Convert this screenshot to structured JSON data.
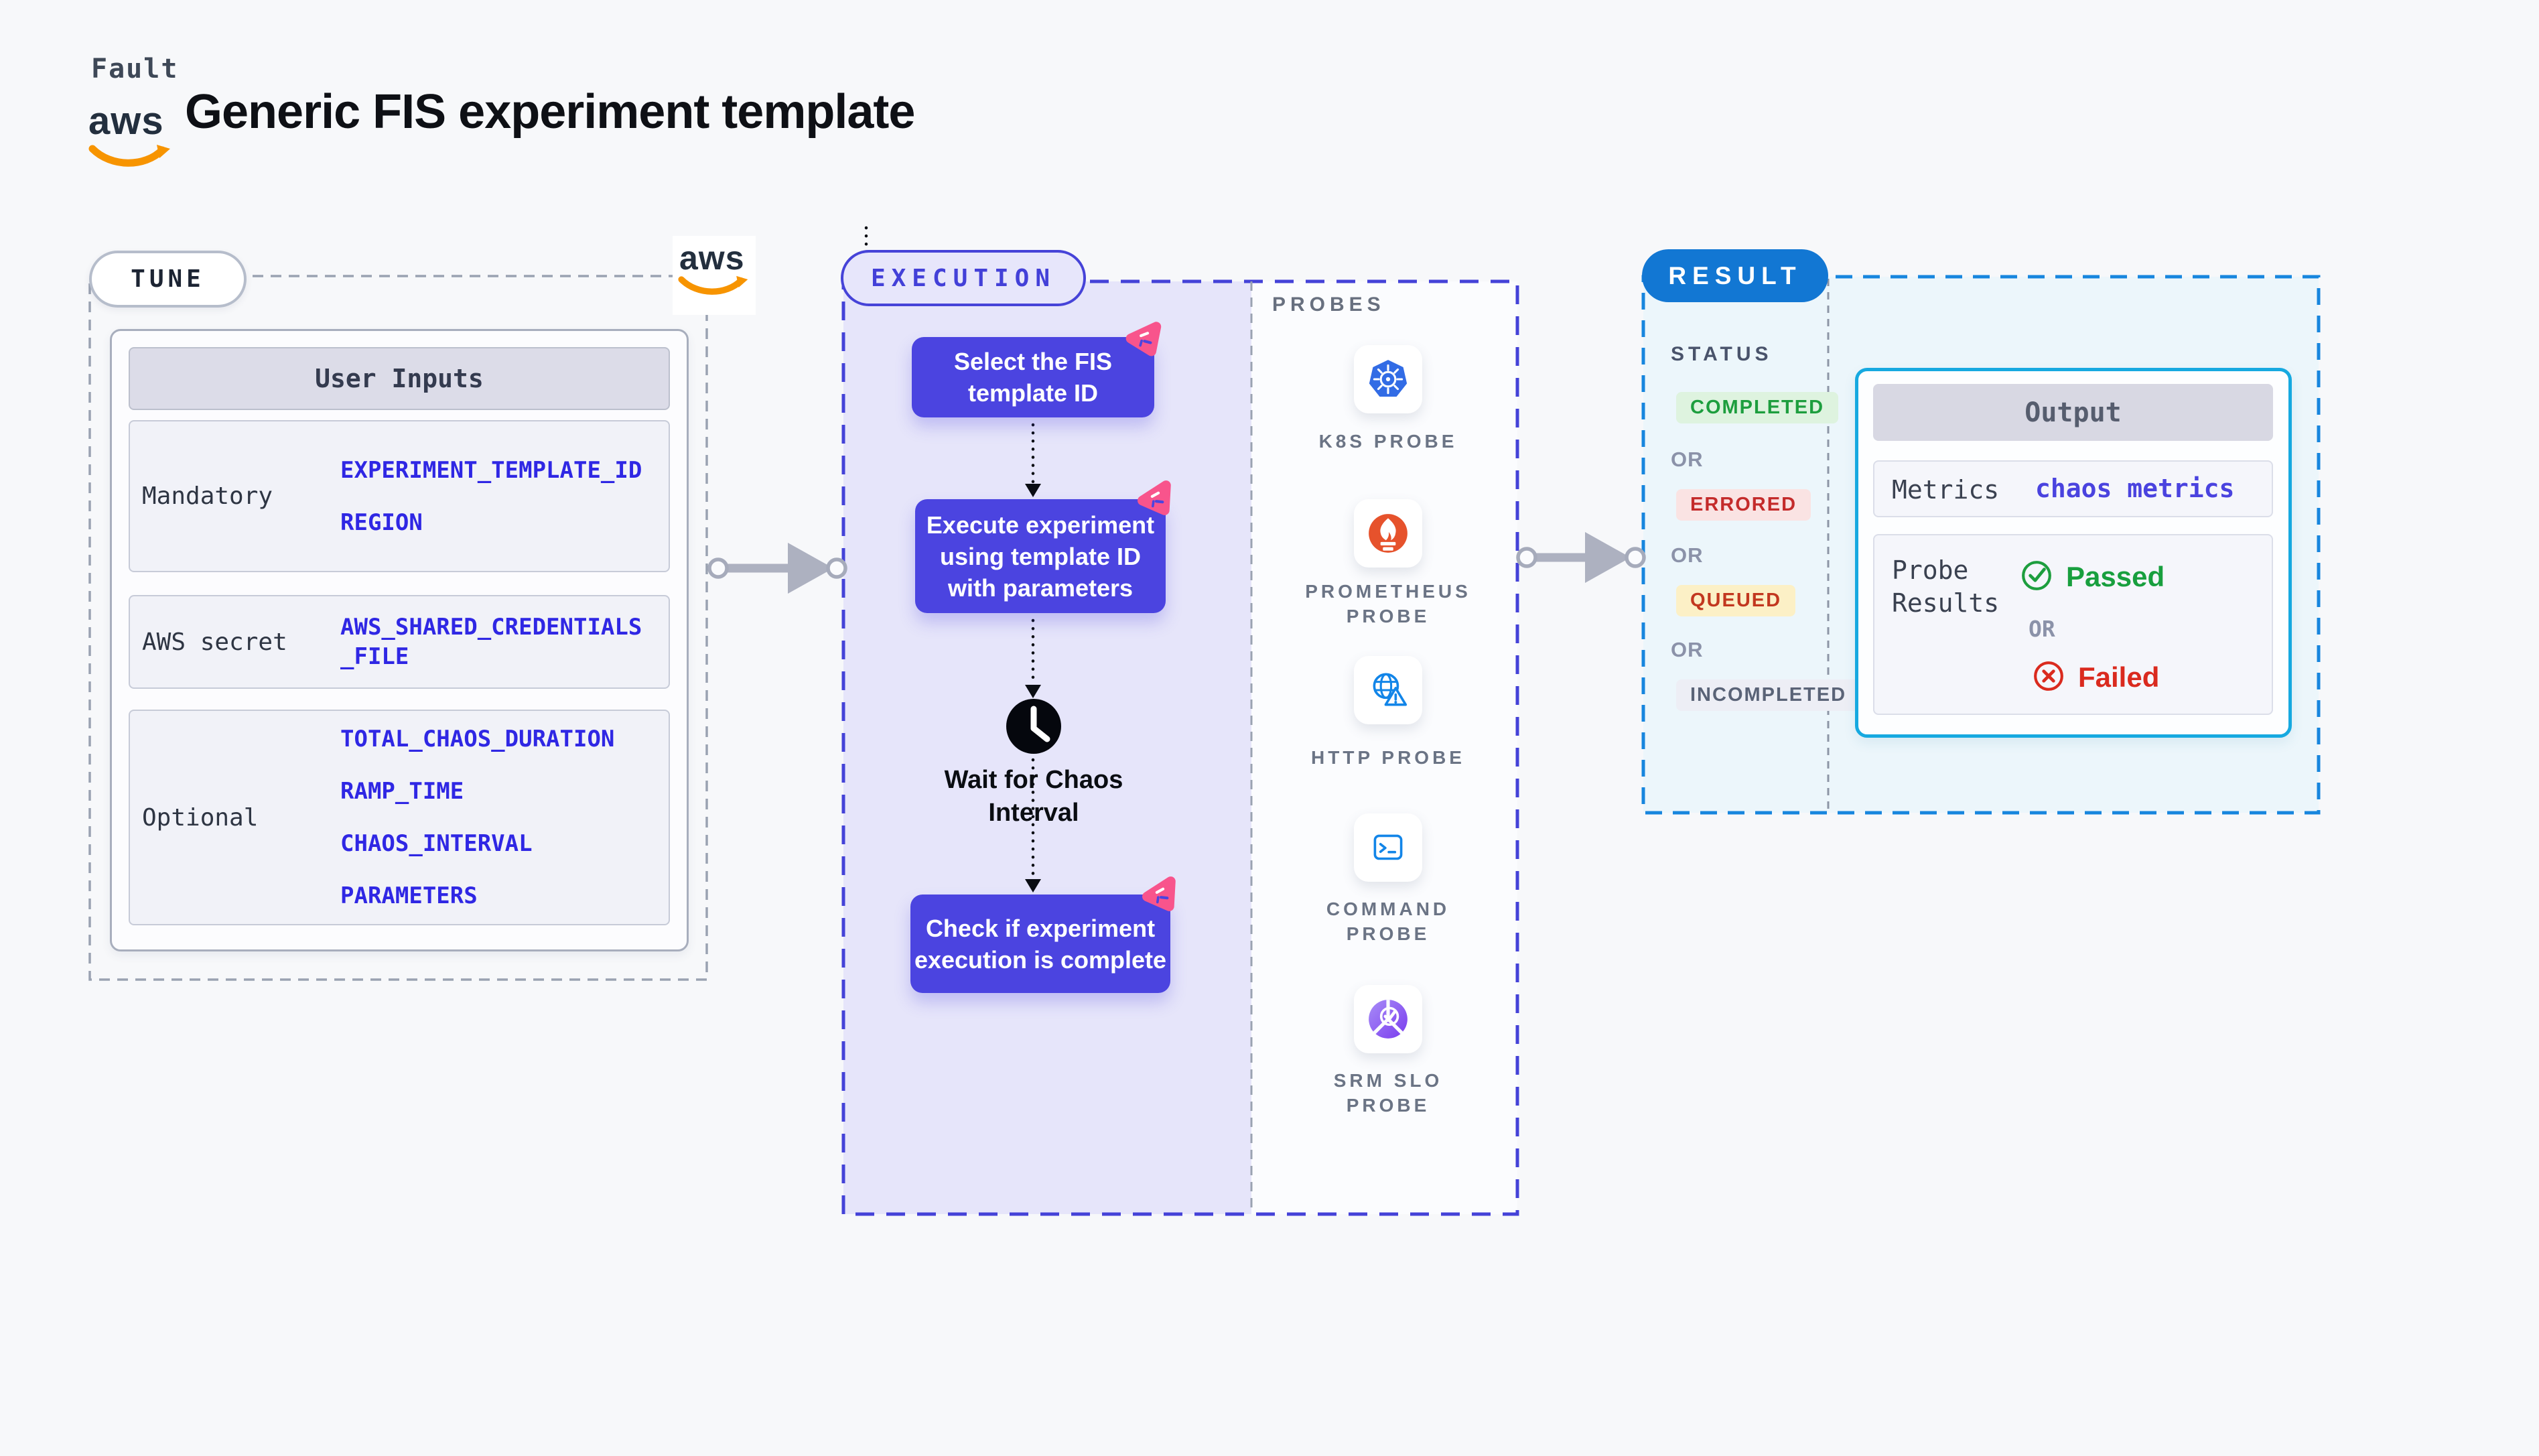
{
  "colors": {
    "page_bg": "#f7f8fa",
    "accent_indigo": "#4b44e0",
    "execution_fill": "#e6e5fa",
    "value_blue": "#2f27e4",
    "result_blue": "#1277d3",
    "result_border_blue": "#1786de",
    "output_border_cyan": "#16a9e0",
    "passed_green": "#1d9e3e",
    "failed_red": "#da2a1e",
    "chaos_badge_pink": "#f8548c",
    "aws_orange": "#f79400"
  },
  "header": {
    "brand": "Fault",
    "title": "Generic FIS experiment template",
    "aws_logo_text": "aws"
  },
  "tune": {
    "label": "TUNE",
    "user_inputs": {
      "header": "User Inputs",
      "rows": [
        {
          "key": "Mandatory",
          "values": [
            "EXPERIMENT_TEMPLATE_ID",
            "REGION"
          ]
        },
        {
          "key": "AWS secret",
          "values": [
            "AWS_SHARED_CREDENTIALS\n_FILE"
          ]
        },
        {
          "key": "Optional",
          "values": [
            "TOTAL_CHAOS_DURATION",
            "RAMP_TIME",
            "CHAOS_INTERVAL",
            "PARAMETERS"
          ]
        }
      ]
    }
  },
  "execution": {
    "label": "EXECUTION",
    "steps": [
      {
        "label": "Select the FIS\ntemplate ID",
        "icon": "chaos-scenario-icon"
      },
      {
        "label": "Execute experiment\nusing template ID\nwith parameters",
        "icon": "chaos-scenario-icon"
      },
      {
        "label": "Wait for Chaos\nInterval",
        "icon": "clock-icon"
      },
      {
        "label": "Check if experiment\nexecution is complete",
        "icon": "chaos-scenario-icon"
      }
    ]
  },
  "probes": {
    "label": "PROBES",
    "items": [
      {
        "label": "K8S PROBE",
        "icon": "kubernetes-icon"
      },
      {
        "label": "PROMETHEUS\nPROBE",
        "icon": "prometheus-icon"
      },
      {
        "label": "HTTP PROBE",
        "icon": "http-globe-icon"
      },
      {
        "label": "COMMAND\nPROBE",
        "icon": "terminal-icon"
      },
      {
        "label": "SRM SLO\nPROBE",
        "icon": "slo-check-icon"
      }
    ]
  },
  "result": {
    "label": "RESULT",
    "status": {
      "label": "STATUS",
      "or": "OR",
      "badges": [
        {
          "label": "COMPLETED",
          "fg": "#1d9e3e",
          "bg": "#def3df"
        },
        {
          "label": "ERRORED",
          "fg": "#c42b2b",
          "bg": "#fae3e3"
        },
        {
          "label": "QUEUED",
          "fg": "#c2371f",
          "bg": "#fcf0c6"
        },
        {
          "label": "INCOMPLETED",
          "fg": "#5a6377",
          "bg": "#edeef5"
        }
      ]
    },
    "output": {
      "header": "Output",
      "metrics": {
        "key": "Metrics",
        "value": "chaos metrics"
      },
      "probe_results": {
        "key": "Probe\nResults",
        "passed": "Passed",
        "or": "OR",
        "failed": "Failed"
      }
    }
  }
}
